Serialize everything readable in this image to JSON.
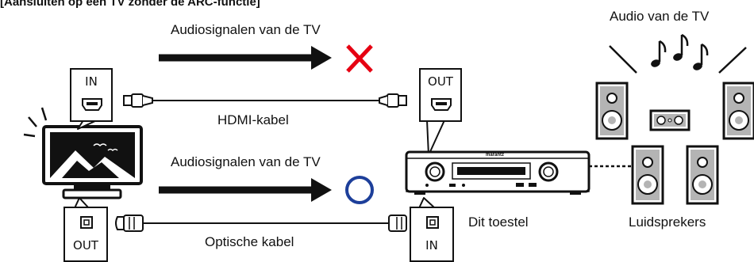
{
  "title": "[Aansluiten op een TV zonder de ARC-functie]",
  "labels": {
    "audio_signals_top": "Audiosignalen van de TV",
    "audio_signals_bottom": "Audiosignalen van de TV",
    "hdmi_cable": "HDMI-kabel",
    "optical_cable": "Optische kabel",
    "audio_from_tv": "Audio van de TV",
    "this_unit": "Dit toestel",
    "speakers": "Luidsprekers",
    "receiver_brand": "marantz"
  },
  "ports": {
    "tv_hdmi": "IN",
    "unit_hdmi": "OUT",
    "tv_optical": "OUT",
    "unit_optical": "IN"
  },
  "status": {
    "hdmi_audio": "cross-mark",
    "optical_audio": "circle-mark"
  },
  "colors": {
    "cross": "#e60012",
    "circle": "#1d3f9a",
    "line": "#111111"
  }
}
